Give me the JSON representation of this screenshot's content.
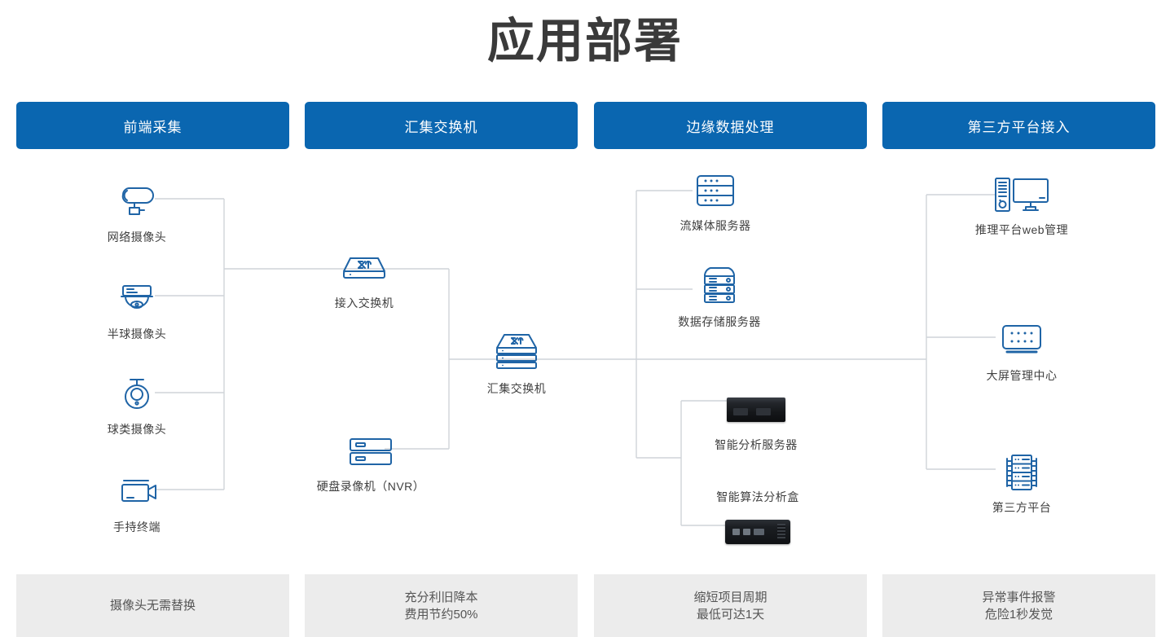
{
  "page": {
    "title": "应用部署",
    "brand_color": "#0a66b0",
    "line_color": "#cfd4d9",
    "footer_bg": "#ececec"
  },
  "columns": [
    {
      "id": "front-end-capture",
      "header": "前端采集",
      "footer_lines": [
        "摄像头无需替换"
      ]
    },
    {
      "id": "aggregation-switch",
      "header": "汇集交换机",
      "footer_lines": [
        "充分利旧降本",
        "费用节约50%"
      ]
    },
    {
      "id": "edge-data-processing",
      "header": "边缘数据处理",
      "footer_lines": [
        "缩短项目周期",
        "最低可达1天"
      ]
    },
    {
      "id": "third-party-platform-access",
      "header": "第三方平台接入",
      "footer_lines": [
        "异常事件报警",
        "危险1秒发觉"
      ]
    }
  ],
  "nodes": {
    "network_camera": {
      "label": "网络摄像头",
      "icon": "bullet-camera-icon"
    },
    "dome_camera": {
      "label": "半球摄像头",
      "icon": "dome-camera-icon"
    },
    "ptz_camera": {
      "label": "球类摄像头",
      "icon": "ptz-camera-icon"
    },
    "handheld_terminal": {
      "label": "手持终端",
      "icon": "camcorder-icon"
    },
    "access_switch": {
      "label": "接入交换机",
      "icon": "switch-icon"
    },
    "nvr": {
      "label": "硬盘录像机（NVR）",
      "icon": "nvr-icon"
    },
    "aggregation_switch": {
      "label": "汇集交换机",
      "icon": "stacked-switch-icon"
    },
    "streaming_server": {
      "label": "流媒体服务器",
      "icon": "rack-server-icon"
    },
    "storage_server": {
      "label": "数据存储服务器",
      "icon": "storage-server-icon"
    },
    "analysis_server": {
      "label": "智能分析服务器",
      "icon": "rack-appliance-photo"
    },
    "algorithm_box": {
      "label": "智能算法分析盒",
      "icon": "edge-box-photo"
    },
    "web_management": {
      "label": "推理平台web管理",
      "icon": "desktop-pc-icon"
    },
    "display_center": {
      "label": "大屏管理中心",
      "icon": "video-wall-icon"
    },
    "third_party_platform": {
      "label": "第三方平台",
      "icon": "server-rack-icon"
    }
  }
}
